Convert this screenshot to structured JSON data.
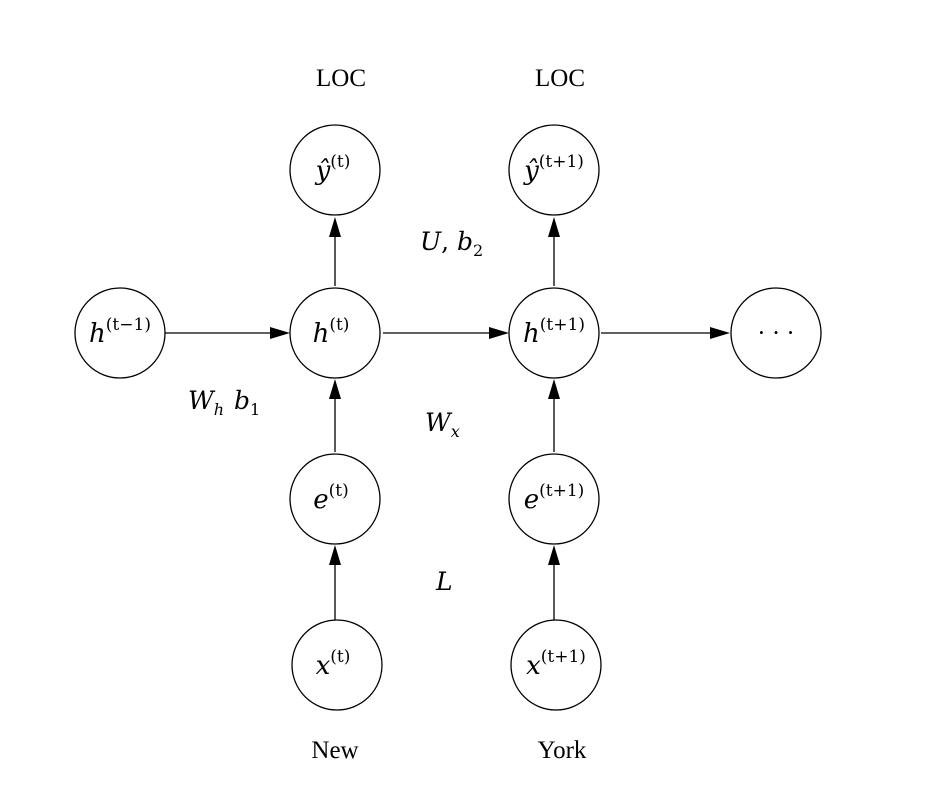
{
  "nodes": {
    "h_prev": {
      "base": "h",
      "sup": "(t−1)"
    },
    "h_t": {
      "base": "h",
      "sup": "(t)"
    },
    "h_t1": {
      "base": "h",
      "sup": "(t+1)"
    },
    "h_next": {
      "base": "· · ·",
      "sup": ""
    },
    "y_t": {
      "base": "ŷ",
      "sup": "(t)"
    },
    "y_t1": {
      "base": "ŷ",
      "sup": "(t+1)"
    },
    "e_t": {
      "base": "e",
      "sup": "(t)"
    },
    "e_t1": {
      "base": "e",
      "sup": "(t+1)"
    },
    "x_t": {
      "base": "x",
      "sup": "(t)"
    },
    "x_t1": {
      "base": "x",
      "sup": "(t+1)"
    }
  },
  "outputs": {
    "t": "LOC",
    "t1": "LOC"
  },
  "inputs": {
    "t": "New",
    "t1": "York"
  },
  "params": {
    "U": "U",
    "U_sep": ", ",
    "b2_base": "b",
    "b2_sub": "2",
    "Wh_base": "W",
    "Wh_sub": "h",
    "b1_base": "b",
    "b1_sub": "1",
    "Wx_base": "W",
    "Wx_sub": "x",
    "L": "L"
  }
}
